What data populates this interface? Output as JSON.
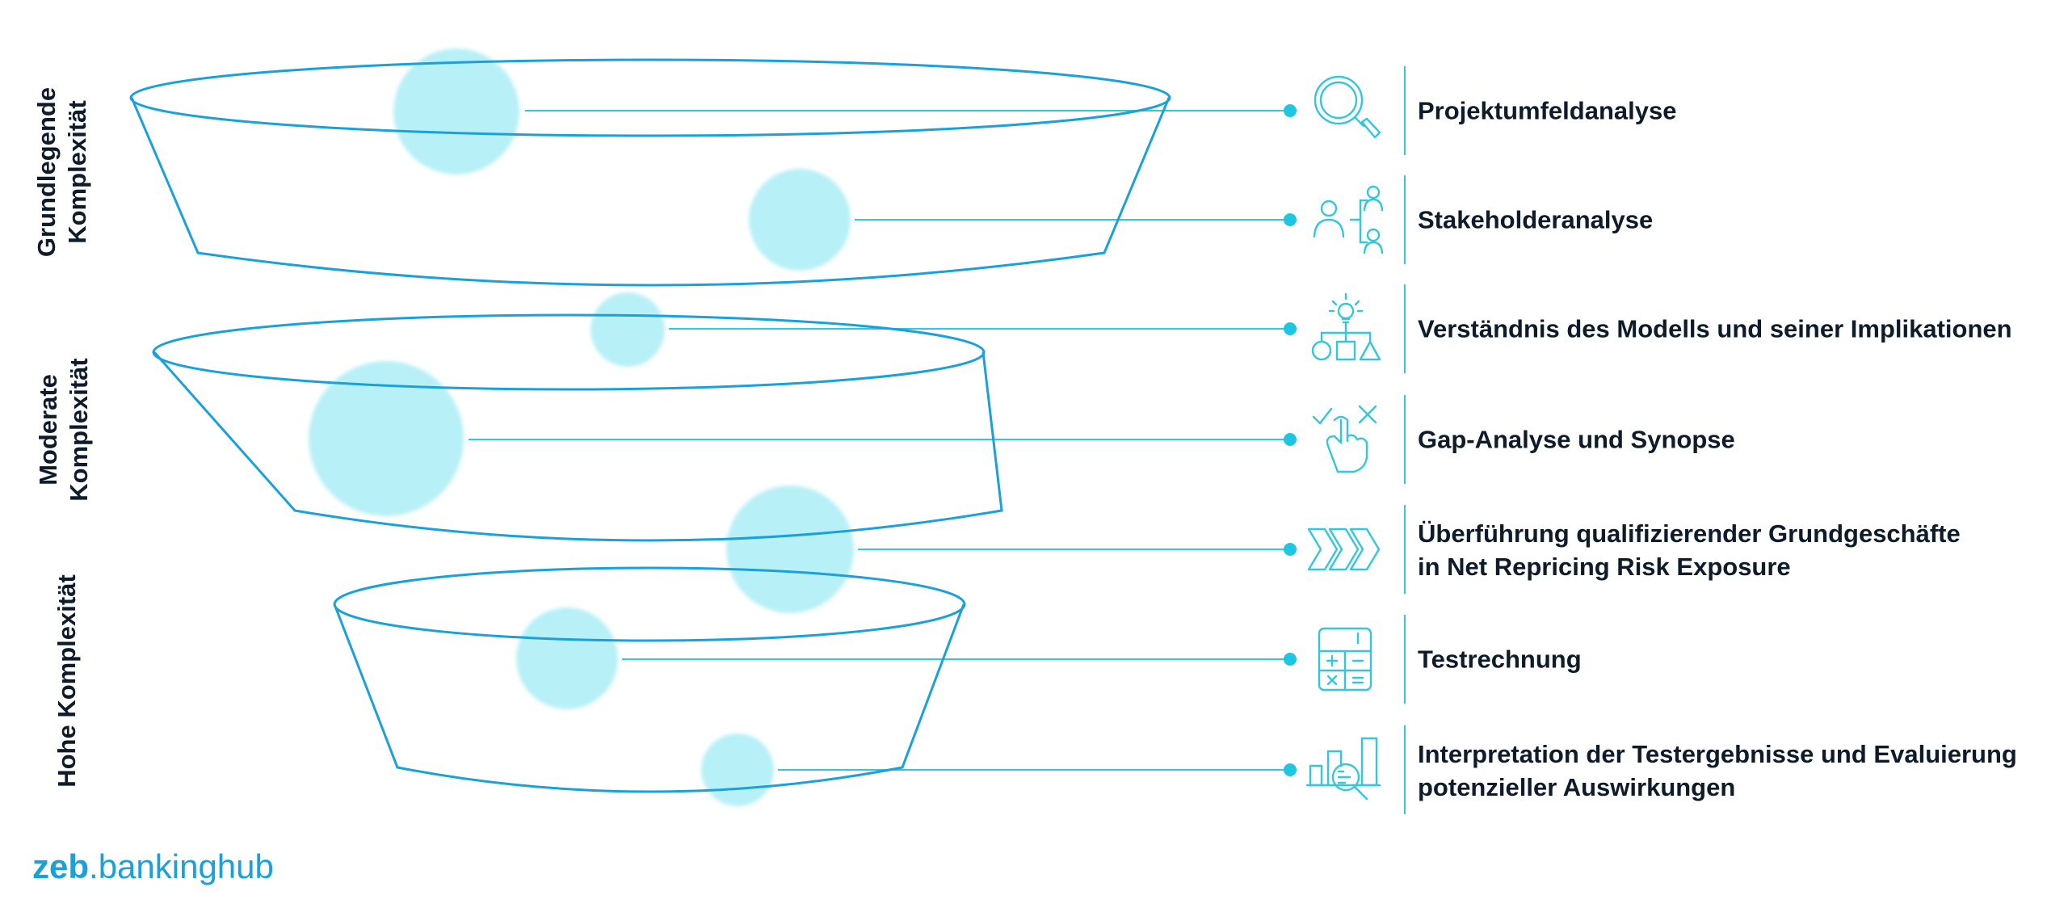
{
  "levels": [
    {
      "line1": "Grundlegende",
      "line2": "Komplexität"
    },
    {
      "line1": "Moderate",
      "line2": "Komplexität"
    },
    {
      "line1": "Hohe Komplexität",
      "line2": ""
    }
  ],
  "steps": [
    {
      "icon": "magnifier-icon",
      "line1": "Projektumfeldanalyse",
      "line2": ""
    },
    {
      "icon": "stakeholder-icon",
      "line1": "Stakeholderanalyse",
      "line2": ""
    },
    {
      "icon": "model-structure-icon",
      "line1": "Verständnis des Modells und seiner Implikationen",
      "line2": ""
    },
    {
      "icon": "check-cross-hand-icon",
      "line1": "Gap-Analyse und Synopse",
      "line2": ""
    },
    {
      "icon": "chevrons-icon",
      "line1": "Überführung qualifizierender Grundgeschäfte",
      "line2": "in Net Repricing Risk Exposure"
    },
    {
      "icon": "calculator-icon",
      "line1": "Testrechnung",
      "line2": ""
    },
    {
      "icon": "chart-magnifier-icon",
      "line1": "Interpretation der Testergebnisse und Evaluierung",
      "line2": "potenzieller Auswirkungen"
    }
  ],
  "logo": {
    "brand": "zeb",
    "dot": ".",
    "product": "bankinghub"
  },
  "colors": {
    "accent": "#1aa0da",
    "bubble": "#b8f0f7",
    "connector": "#33c6dd",
    "text": "#0d1b2a"
  }
}
